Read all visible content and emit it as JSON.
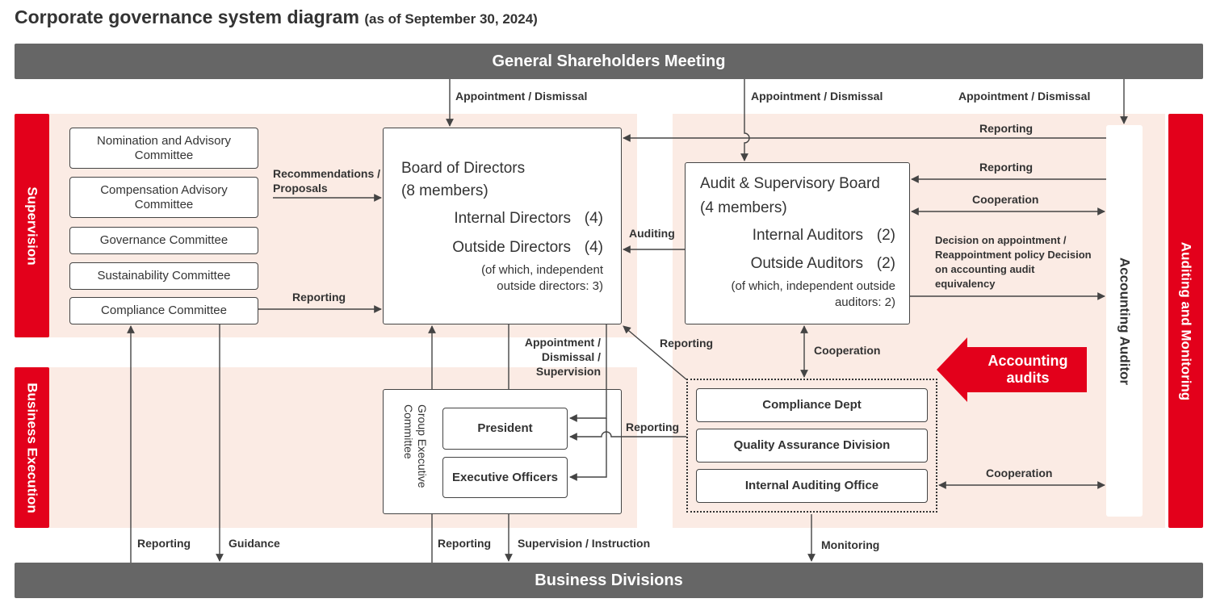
{
  "title": {
    "main": "Corporate governance system diagram",
    "sub": "(as of September 30, 2024)"
  },
  "bars": {
    "shareholders": "General Shareholders Meeting",
    "divisions": "Business Divisions"
  },
  "sides": {
    "supervision": "Supervision",
    "business_execution": "Business Execution",
    "auditing_monitoring": "Auditing and Monitoring",
    "accounting_auditor": "Accounting Auditor"
  },
  "committees": [
    "Nomination and Advisory Committee",
    "Compensation Advisory Committee",
    "Governance Committee",
    "Sustainability Committee",
    "Compliance Committee"
  ],
  "board": {
    "title_line1": "Board of Directors",
    "title_line2": "(8 members)",
    "internal": "Internal Directors",
    "internal_count": "(4)",
    "outside": "Outside Directors",
    "outside_count": "(4)",
    "note": "(of which, independent outside directors: 3)"
  },
  "audit_board": {
    "title_line1": "Audit & Supervisory Board",
    "title_line2": "(4 members)",
    "internal": "Internal Auditors",
    "internal_count": "(2)",
    "outside": "Outside Auditors",
    "outside_count": "(2)",
    "note": "(of which, independent outside auditors: 2)"
  },
  "execution": {
    "group_committee": "Group Executive Committee",
    "president": "President",
    "executive_officers": "Executive Officers"
  },
  "depts": {
    "compliance": "Compliance Dept",
    "quality": "Quality Assurance Division",
    "internal_audit": "Internal Auditing Office"
  },
  "callout": "Accounting audits",
  "labels": {
    "appt1": "Appointment / Dismissal",
    "appt2": "Appointment / Dismissal",
    "appt3": "Appointment / Dismissal",
    "reporting_acc_board": "Reporting",
    "reporting_acc_audit": "Reporting",
    "cooperation_acc_audit": "Cooperation",
    "decision": "Decision on appointment / Reappointment policy Decision on accounting audit equivalency",
    "recommendations": "Recommendations / Proposals",
    "reporting_compliance": "Reporting",
    "auditing": "Auditing",
    "reporting_dept_board": "Reporting",
    "cooperation_audit_dept": "Cooperation",
    "appt_supervision": "Appointment / Dismissal / Supervision",
    "reporting_dept_pres": "Reporting",
    "cooperation_acc_dept": "Cooperation",
    "reporting_bottom_left": "Reporting",
    "guidance": "Guidance",
    "reporting_bottom_mid": "Reporting",
    "supervision_instruction": "Supervision / Instruction",
    "monitoring": "Monitoring"
  },
  "colors": {
    "red": "#e3001b",
    "bar_gray": "#666666",
    "zone_pink": "#fbebe4",
    "line": "#444444"
  }
}
